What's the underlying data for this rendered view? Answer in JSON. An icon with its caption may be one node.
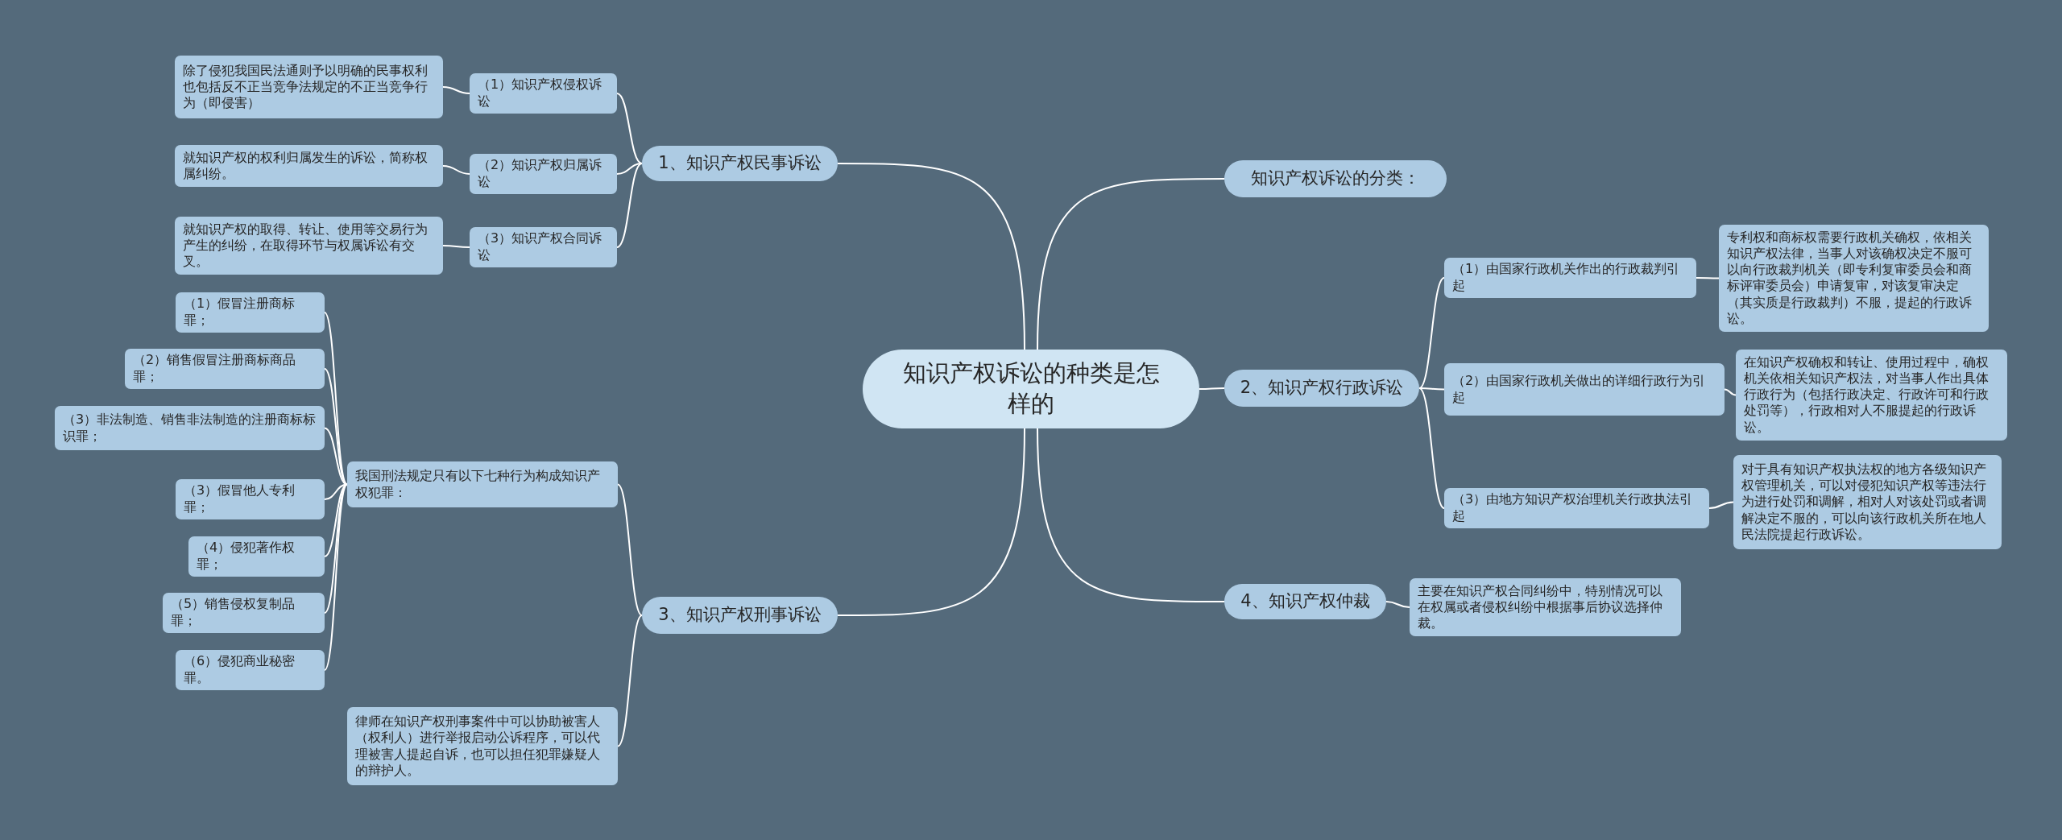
{
  "diagram": {
    "nodes": [
      {
        "text": [
          "知识产权诉讼的种类是怎样的"
        ]
      },
      {
        "text": [
          "1、知识产权民事诉讼"
        ]
      },
      {
        "text": [
          "（1）知识产权侵权诉讼"
        ]
      },
      {
        "text": [
          "除了侵犯我国民法通则予以明确的民事权利也包括反不正当竞争法规定的不正当竞争行为（即侵害）"
        ]
      },
      {
        "text": [
          "（2）知识产权归属诉讼"
        ]
      },
      {
        "text": [
          "就知识产权的权利归属发生的诉讼，简称权属纠纷。"
        ]
      },
      {
        "text": [
          "（3）知识产权合同诉讼"
        ]
      },
      {
        "text": [
          "就知识产权的取得、转让、使用等交易行为产生的纠纷，在取得环节与权属诉讼有交叉。"
        ]
      },
      {
        "text": [
          "3、知识产权刑事诉讼"
        ]
      },
      {
        "text": [
          "我国刑法规定只有以下七种行为构成知识产权犯罪："
        ]
      },
      {
        "text": [
          "（1）假冒注册商标罪；"
        ]
      },
      {
        "text": [
          "（2）销售假冒注册商标商品罪；"
        ]
      },
      {
        "text": [
          "（3）非法制造、销售非法制造的注册商标标识罪；"
        ]
      },
      {
        "text": [
          "（3）假冒他人专利罪；"
        ]
      },
      {
        "text": [
          "（4）侵犯著作权罪；"
        ]
      },
      {
        "text": [
          "（5）销售侵权复制品罪；"
        ]
      },
      {
        "text": [
          "（6）侵犯商业秘密罪。"
        ]
      },
      {
        "text": [
          "律师在知识产权刑事案件中可以协助被害人（权利人）进行举报启动公诉程序，可以代理被害人提起自诉，也可以担任犯罪嫌疑人的辩护人。"
        ]
      },
      {
        "text": [
          "知识产权诉讼的分类："
        ]
      },
      {
        "text": [
          "2、知识产权行政诉讼"
        ]
      },
      {
        "text": [
          "（1）由国家行政机关作出的行政裁判引起"
        ]
      },
      {
        "text": [
          "专利权和商标权需要行政机关确权，依相关知识产权法律，当事人对该确权决定不服可以向行政裁判机关（即专利复审委员会和商标评审委员会）申请复审，对该复审决定（其实质是行政裁判）不服，提起的行政诉讼。"
        ]
      },
      {
        "text": [
          "（2）由国家行政机关做出的详细行政行为引起"
        ]
      },
      {
        "text": [
          "在知识产权确权和转让、使用过程中，确权机关依相关知识产权法，对当事人作出具体行政行为（包括行政决定、行政许可和行政处罚等），行政相对人不服提起的行政诉讼。"
        ]
      },
      {
        "text": [
          "（3）由地方知识产权治理机关行政执法引起"
        ]
      },
      {
        "text": [
          "对于具有知识产权执法权的地方各级知识产权管理机关，可以对侵犯知识产权等违法行为进行处罚和调解，相对人对该处罚或者调解决定不服的，可以向该行政机关所在地人民法院提起行政诉讼。"
        ]
      },
      {
        "text": [
          "4、知识产权仲裁"
        ]
      },
      {
        "text": [
          "主要在知识产权合同纠纷中，特别情况可以在权属或者侵权纠纷中根据事后协议选择仲裁。"
        ]
      }
    ],
    "edges": [
      {
        "from": 0,
        "to": 1,
        "arrow": "none"
      },
      {
        "from": 0,
        "to": 8,
        "arrow": "none"
      },
      {
        "from": 0,
        "to": 18,
        "arrow": "none"
      },
      {
        "from": 0,
        "to": 19,
        "arrow": "none"
      },
      {
        "from": 0,
        "to": 26,
        "arrow": "none"
      },
      {
        "from": 1,
        "to": 2,
        "arrow": "none"
      },
      {
        "from": 2,
        "to": 3,
        "arrow": "none"
      },
      {
        "from": 1,
        "to": 4,
        "arrow": "none"
      },
      {
        "from": 4,
        "to": 5,
        "arrow": "none"
      },
      {
        "from": 1,
        "to": 6,
        "arrow": "none"
      },
      {
        "from": 6,
        "to": 7,
        "arrow": "none"
      },
      {
        "from": 8,
        "to": 9,
        "arrow": "none"
      },
      {
        "from": 9,
        "to": 10,
        "arrow": "none"
      },
      {
        "from": 9,
        "to": 11,
        "arrow": "none"
      },
      {
        "from": 9,
        "to": 12,
        "arrow": "none"
      },
      {
        "from": 9,
        "to": 13,
        "arrow": "none"
      },
      {
        "from": 9,
        "to": 14,
        "arrow": "none"
      },
      {
        "from": 9,
        "to": 15,
        "arrow": "none"
      },
      {
        "from": 9,
        "to": 16,
        "arrow": "none"
      },
      {
        "from": 8,
        "to": 17,
        "arrow": "none"
      },
      {
        "from": 19,
        "to": 20,
        "arrow": "none"
      },
      {
        "from": 20,
        "to": 21,
        "arrow": "none"
      },
      {
        "from": 19,
        "to": 22,
        "arrow": "none"
      },
      {
        "from": 22,
        "to": 23,
        "arrow": "none"
      },
      {
        "from": 19,
        "to": 24,
        "arrow": "none"
      },
      {
        "from": 24,
        "to": 25,
        "arrow": "none"
      },
      {
        "from": 26,
        "to": 27,
        "arrow": "none"
      }
    ]
  }
}
